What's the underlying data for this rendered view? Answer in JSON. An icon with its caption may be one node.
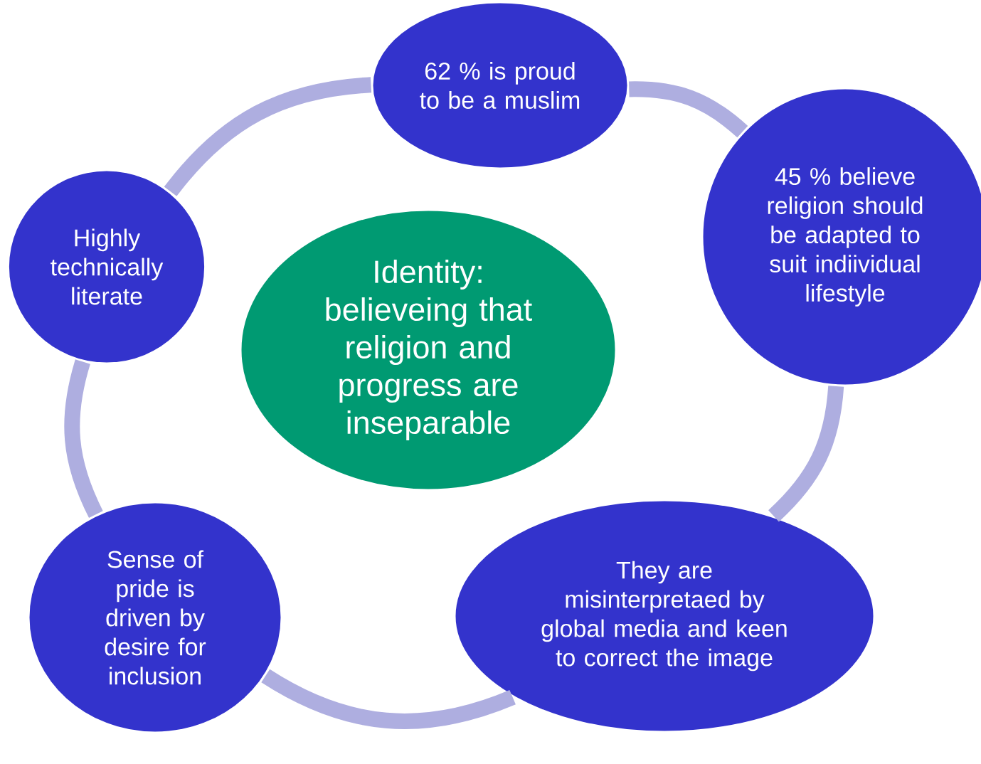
{
  "diagram": {
    "nodes": [
      {
        "text": [
          "62 % is proud to be a muslim"
        ]
      },
      {
        "text": [
          "Highly technically literate"
        ]
      },
      {
        "text": [
          "45 % believe religion should be adapted to suit indiividual lifestyle"
        ]
      },
      {
        "text": [
          "Identity: believeing that religion and progress are inseparable"
        ]
      },
      {
        "text": [
          "They are misinterpretaed by global media and keen to correct the image"
        ]
      },
      {
        "text": [
          "Sense of pride is driven by desire for inclusion"
        ]
      }
    ],
    "edges": [
      {
        "from": 0,
        "to": 2,
        "arrow": "none"
      },
      {
        "from": 2,
        "to": 4,
        "arrow": "none"
      },
      {
        "from": 4,
        "to": 5,
        "arrow": "none"
      },
      {
        "from": 5,
        "to": 1,
        "arrow": "none"
      },
      {
        "from": 1,
        "to": 0,
        "arrow": "none"
      }
    ]
  }
}
